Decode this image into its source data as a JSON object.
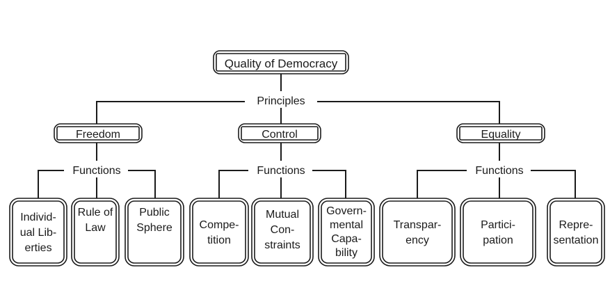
{
  "diagram": {
    "title": "Quality of Democracy",
    "root": {
      "label": "Quality of Democracy"
    },
    "level_connector_1": {
      "label": "Principles"
    },
    "principles": [
      {
        "label": "Freedom"
      },
      {
        "label": "Control"
      },
      {
        "label": "Equality"
      }
    ],
    "level_connector_2": [
      {
        "label": "Functions"
      },
      {
        "label": "Functions"
      },
      {
        "label": "Functions"
      }
    ],
    "functions": [
      {
        "principle": "Freedom",
        "items": [
          {
            "lines": [
              "Individ-",
              "ual Lib-",
              "erties"
            ]
          },
          {
            "lines": [
              "Rule of",
              "Law"
            ]
          },
          {
            "lines": [
              "Public",
              "Sphere"
            ]
          }
        ]
      },
      {
        "principle": "Control",
        "items": [
          {
            "lines": [
              "Compe-",
              "tition"
            ]
          },
          {
            "lines": [
              "Mutual",
              "Con-",
              "straints"
            ]
          },
          {
            "lines": [
              "Govern-",
              "mental",
              "Capa-",
              "bility"
            ]
          }
        ]
      },
      {
        "principle": "Equality",
        "items": [
          {
            "lines": [
              "Transpar-",
              "ency"
            ]
          },
          {
            "lines": [
              "Partici-",
              "pation"
            ]
          },
          {
            "lines": [
              "Repre-",
              "sentation"
            ]
          }
        ]
      }
    ],
    "colors": {
      "stroke": "#1a1a1a",
      "fill": "#ffffff",
      "background": "#ffffff"
    }
  }
}
